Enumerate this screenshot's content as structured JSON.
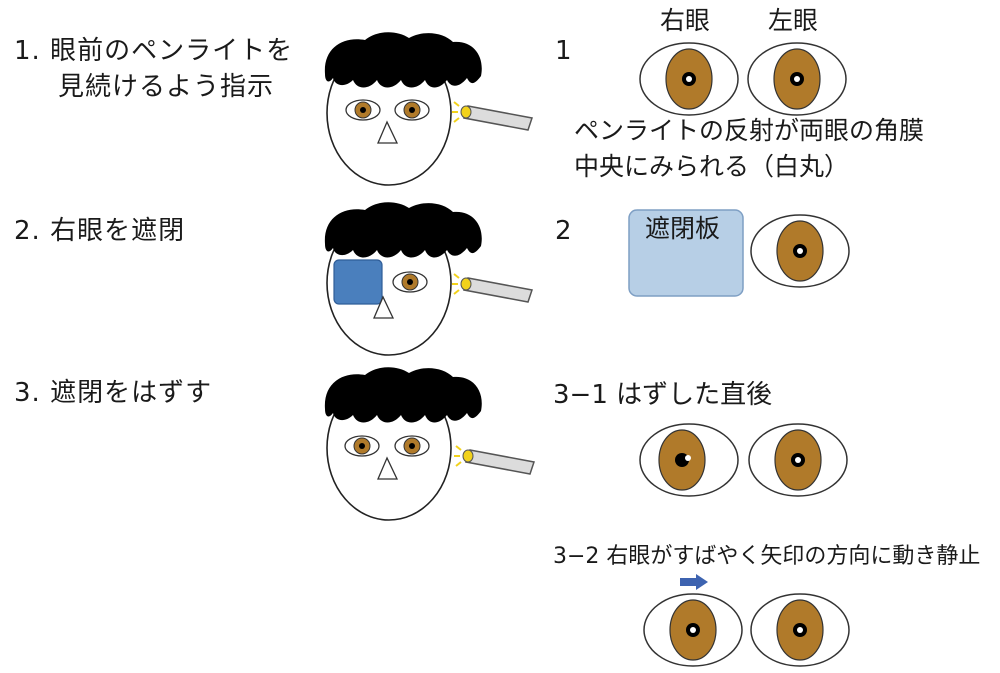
{
  "steps": {
    "s1_line1": "1. 眼前のペンライトを",
    "s1_line2": "見続けるよう指示",
    "s2": "2. 右眼を遮閉",
    "s3": "3. 遮閉をはずす"
  },
  "right_panel": {
    "label_right_eye": "右眼",
    "label_left_eye": "左眼",
    "num_1": "1",
    "caption_1_line1": "ペンライトの反射が両眼の角膜",
    "caption_1_line2": "中央にみられる（白丸）",
    "num_2": "2",
    "occluder_label": "遮閉板",
    "step_3_1": "3−1 はずした直後",
    "step_3_2": "3−2 右眼がすばやく矢印の方向に動き静止"
  },
  "colors": {
    "iris": "#b07a2a",
    "occluder_face": "#4a7fbd",
    "occluder_board": "#b7cfe6",
    "arrow": "#3d63b0",
    "penlight_tip": "#f2d21b"
  }
}
